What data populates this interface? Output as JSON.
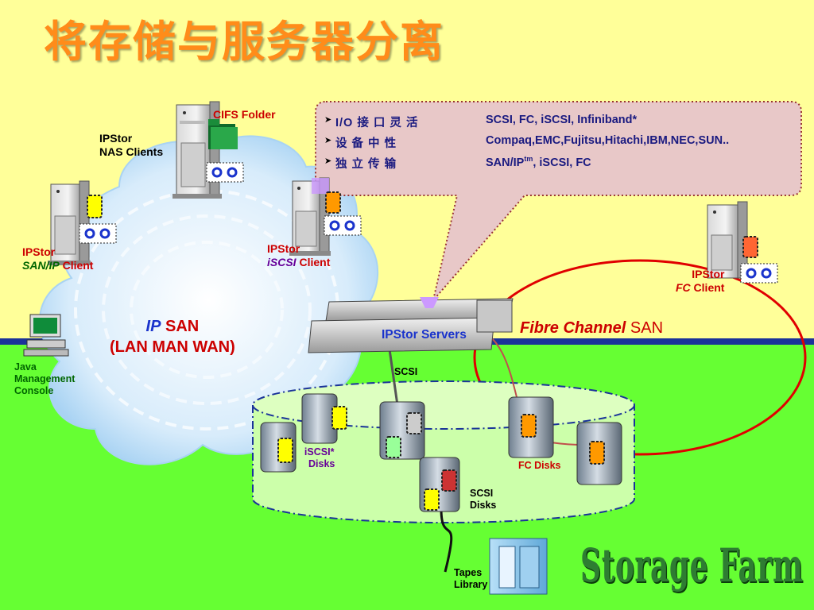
{
  "title": "将存储与服务器分离",
  "callout": {
    "rows": [
      {
        "key_prefix": "I/O",
        "key": "接 口 灵 活",
        "value": "SCSI, FC,  iSCSI, Infiniband*"
      },
      {
        "key_prefix": "",
        "key": "设 备 中 性",
        "value": "Compaq,EMC,Fujitsu,Hitachi,IBM,NEC,SUN.."
      },
      {
        "key_prefix": "",
        "key": "独 立 传  输",
        "value_pre": "SAN/IP",
        "value_sup": "tm",
        "value_post": ", iSCSI, FC"
      }
    ]
  },
  "labels": {
    "cifs_folder": "CIFS Folder",
    "nas_clients_line1": "IPStor",
    "nas_clients_line2": "NAS Clients",
    "sanip_client_line1": "IPStor",
    "sanip_client_proto": "SAN/IP",
    "sanip_client_suffix": " Client",
    "iscsi_client_line1": "IPStor",
    "iscsi_client_proto": "iSCSI",
    "iscsi_client_suffix": " Client",
    "fc_client_line1": "IPStor",
    "fc_client_proto": "FC",
    "fc_client_suffix": " Client",
    "ip_san_italic": "IP",
    "ip_san_rest": " SAN",
    "lan_man_wan": "(LAN MAN WAN)",
    "ipstor_servers": "IPStor Servers",
    "fibre_channel_italic": "Fibre Channel",
    "fibre_channel_rest": " SAN",
    "scsi": "SCSI",
    "java_line1": "Java",
    "java_line2": "Management",
    "java_line3": "Console",
    "iscsi_disks_line1": "iSCSI*",
    "iscsi_disks_line2": "Disks",
    "fc_disks": "FC Disks",
    "scsi_disks_line1": "SCSI",
    "scsi_disks_line2": "Disks",
    "tapes_line1": "Tapes",
    "tapes_line2": "Library"
  },
  "storage_farm": "Storage Farm",
  "colors": {
    "background_top": "#ffff99",
    "ground": "#66ff33",
    "divider": "#1a3399",
    "title": "#ff8c1a",
    "callout_fill": "#e8c8c8",
    "callout_border": "#993333",
    "fc_loop": "#e00000",
    "cloud": "#bfe0f8",
    "storage_zone": "#ccffaa",
    "storage_farm_text": "#2e7d32"
  }
}
